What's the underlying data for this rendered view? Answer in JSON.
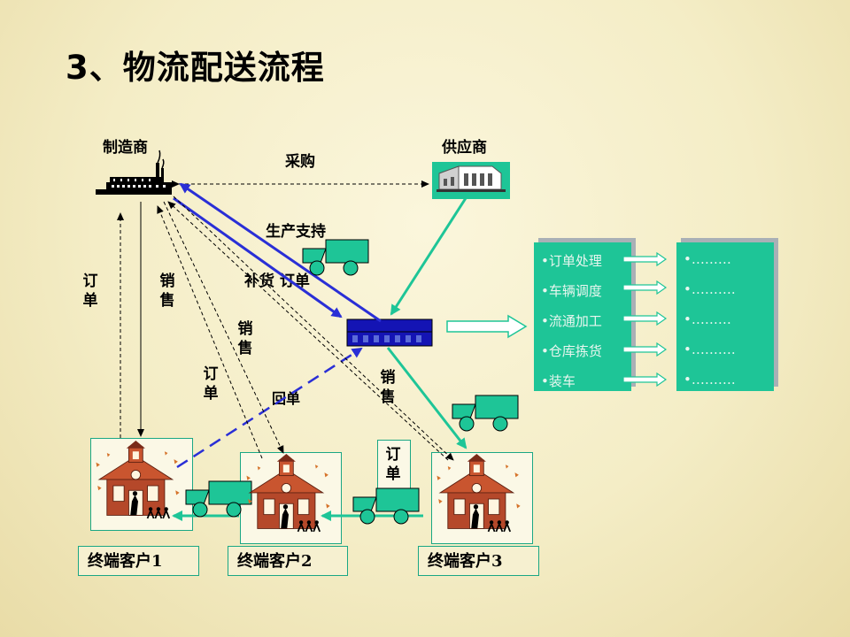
{
  "title": "3、物流配送流程",
  "nodes": {
    "manufacturer": "制造商",
    "supplier": "供应商"
  },
  "edge_labels": {
    "purchase": "采购",
    "production_support": "生产支持",
    "replenish_order": "补货 订单",
    "return_order": "回单",
    "order_left": "订单",
    "sales_left": "销售",
    "sales_mid": "销售",
    "order_mid": "订单",
    "sales_right": "销售",
    "order_box": "订单"
  },
  "process_steps": [
    "•订单处理",
    "•车辆调度",
    "•流通加工",
    "•仓库拣货",
    "•装车"
  ],
  "detail_steps": [
    "•………",
    "•……….",
    "•………",
    "•……….",
    "•………."
  ],
  "customers": [
    "终端客户1",
    "终端客户2",
    "终端客户3"
  ],
  "colors": {
    "arrow_blue": "#2a2fd6",
    "arrow_green": "#1ec597",
    "panel_green": "#1ec597",
    "truck_green": "#1ec597",
    "building_red": "#b5482a"
  }
}
